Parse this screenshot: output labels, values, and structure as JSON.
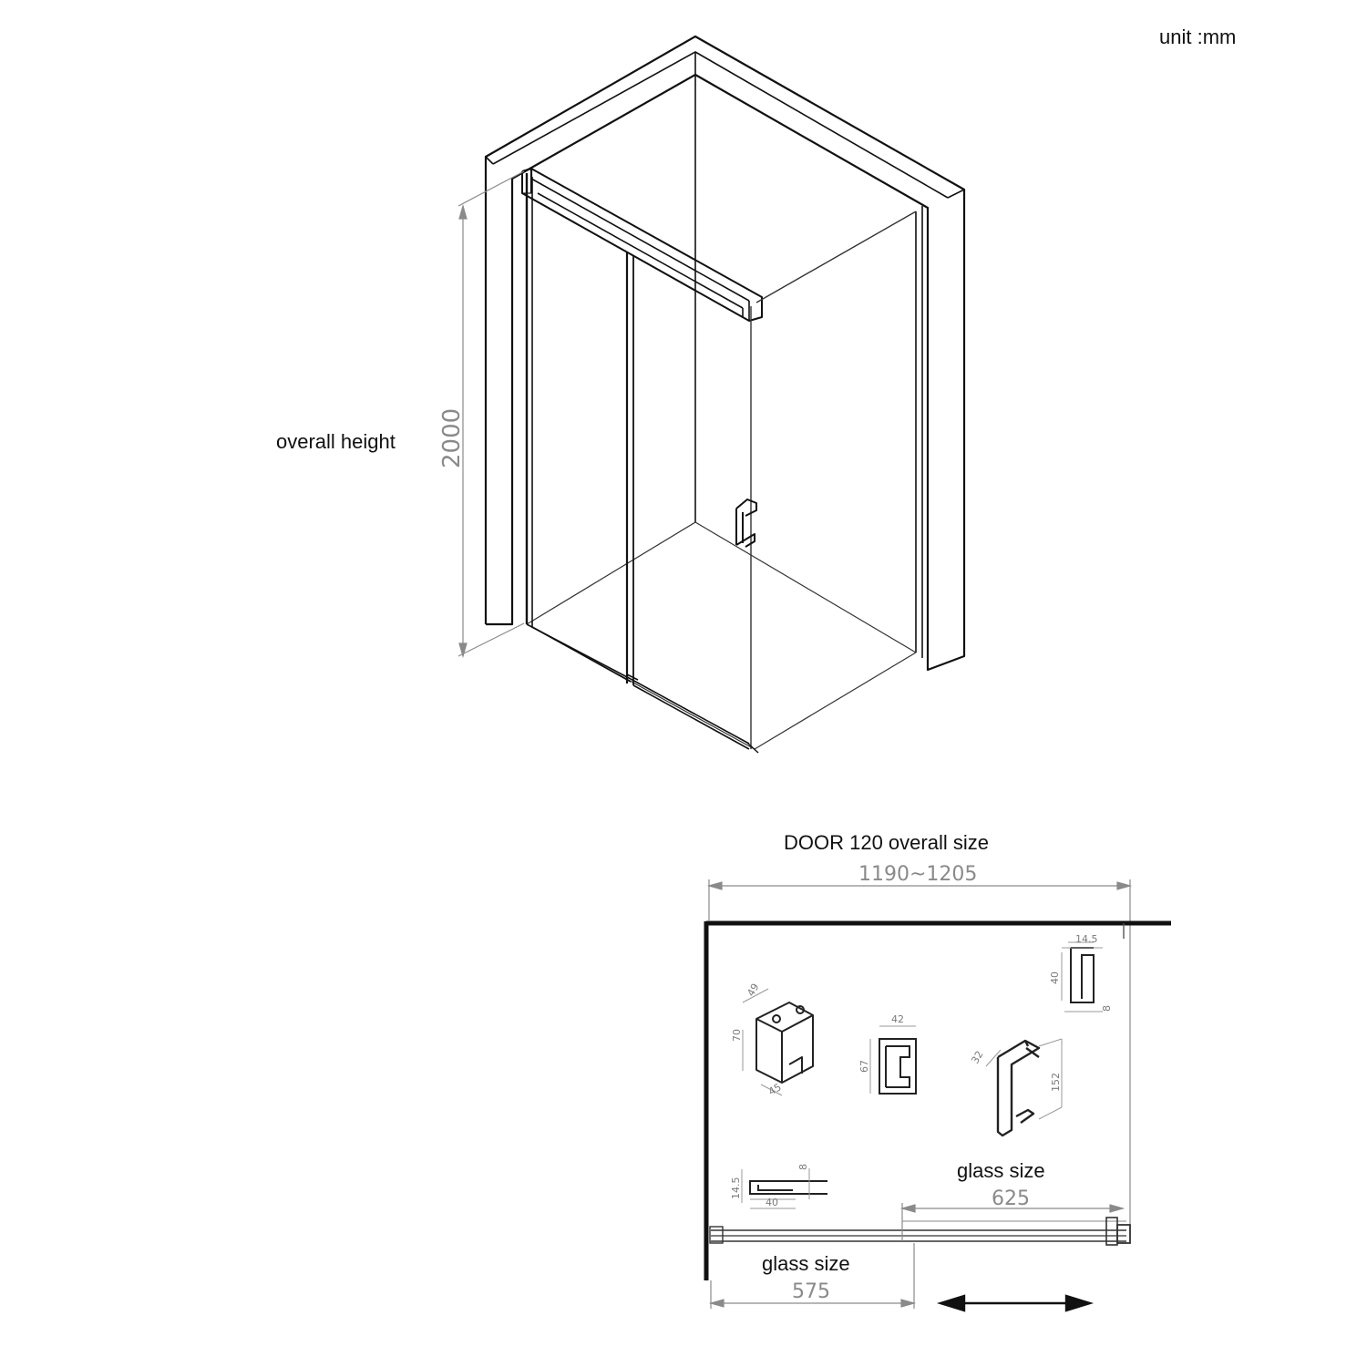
{
  "unit_label": "unit :mm",
  "iso_view": {
    "height_label": "overall height",
    "height_value": "2000"
  },
  "plan_view": {
    "title": "DOOR 120 overall size",
    "overall_width": "1190~1205",
    "fixed_glass_label": "glass size",
    "fixed_glass_value": "625",
    "door_glass_label": "glass size",
    "door_glass_value": "575",
    "details": {
      "wall_profile": {
        "top": "14.5",
        "side": "40",
        "bottom": "8"
      },
      "roller_bracket": {
        "top": "49",
        "side": "70",
        "bottom": "45"
      },
      "rail_profile": {
        "top": "42",
        "side": "67"
      },
      "handle": {
        "depth": "32",
        "length": "152"
      },
      "bottom_guide": {
        "height": "14.5",
        "width": "40",
        "right": "8"
      }
    }
  }
}
